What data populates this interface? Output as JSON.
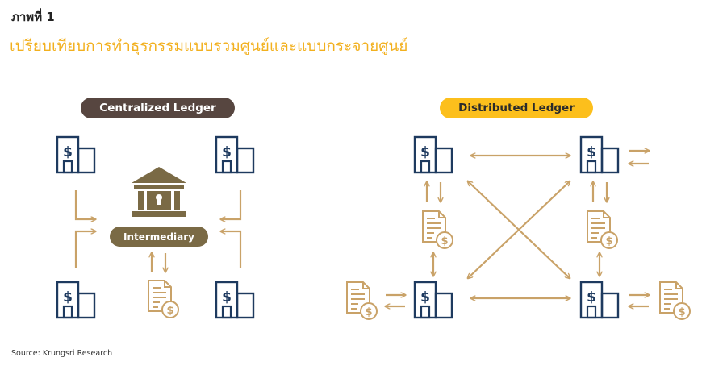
{
  "figure_label": "ภาพที่ 1",
  "title": "เปรียบเทียบการทำธุรกรรมแบบรวมศูนย์และแบบกระจายศูนย์",
  "centralized": {
    "label": "Centralized Ledger",
    "hub_label": "Intermediary"
  },
  "distributed": {
    "label": "Distributed Ledger"
  },
  "source": "Source: Krungsri Research",
  "colors": {
    "navy": "#1e3a5f",
    "gold": "#c9a268",
    "brown_pill": "#574640",
    "olive": "#7a6a45",
    "yellow_pill": "#fcbf1c",
    "title": "#f2b01e"
  },
  "icons": [
    "bank-building-icon",
    "institution-icon",
    "document-dollar-icon"
  ]
}
